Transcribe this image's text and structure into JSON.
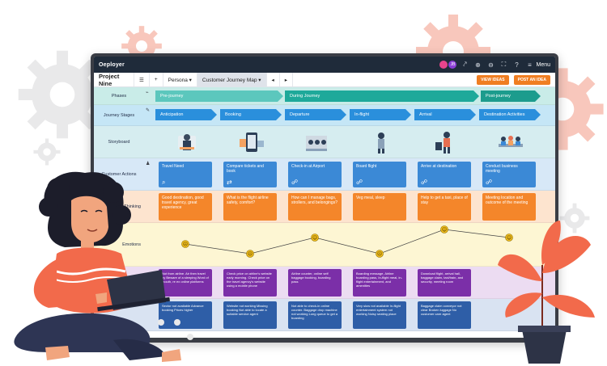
{
  "app": {
    "logo_text": "Oeployer",
    "menu_label": "Menu",
    "avatar_colors": [
      "#e8448c",
      "#8c3fd6"
    ],
    "avatar_initials": [
      "",
      "JB"
    ]
  },
  "toolbar": {
    "project_title": "Project Nine",
    "menu_glyph": "☰",
    "add_glyph": "+",
    "persona_label": "Persona ▾",
    "tab_label": "Customer Journey Map ▾",
    "nav_left": "◂",
    "nav_right": "▸",
    "view_ideas_label": "VIEW IDEAS",
    "post_idea_label": "POST AN IDEA"
  },
  "rows": {
    "phases": "Phases",
    "journey_stages": "Journey Stages",
    "storyboard": "Storyboard",
    "customer_actions": "Customer Actions",
    "thinking": "Thinking",
    "emotions": "Emotions"
  },
  "phases": [
    {
      "label": "Pre-journey",
      "color": "#5cc7bd"
    },
    {
      "label": "During Journey",
      "color": "#1ea99a"
    },
    {
      "label": "Post-journey",
      "color": "#1c9c8d"
    }
  ],
  "stages": [
    "Anticipation",
    "Booking",
    "Departure",
    "In-flight",
    "Arrival",
    "Destination Activities"
  ],
  "actions": [
    "Travel Need",
    "Compare tickets and book",
    "Check-in at Airport",
    "Board flight",
    "Arrive at destination",
    "Conduct business meeting"
  ],
  "thinking": [
    "Good destination, good travel agency, great experience",
    "What is the flight airline safety, comfort?",
    "How can I manage bags, strollers, and belongings?",
    "Veg meal, sleep",
    "Help to get a taxi, place of stay",
    "Meeting location and outcome of the meeting"
  ],
  "emotions": {
    "levels": [
      0.5,
      0.2,
      0.7,
      0.2,
      0.95,
      0.7
    ],
    "faces": [
      "☹",
      "☹",
      "☺",
      "☹",
      "☺",
      "☺"
    ]
  },
  "purple_cards": [
    "Not from airline. Air then travel by Beware of a sleeping Word of mouth, re ex online platforms",
    "Check price on airline's website early morning. Check price on the travel agency's website using a mobile phone",
    "Airline counter, online self baggage booking, boarding pass",
    "Boarding message, Airline boarding pass, In-flight meal, in-flight entertainment, and amenities",
    "Download flight, arrival hall, baggage claim, taxi/train, and security, meeting room",
    ""
  ],
  "blue_cards": [
    "Sector not available Advance booking Prices higher",
    "Website not working Missing booking Not able to locate a suitable service agent",
    "Not able to check-in online counter. Baggage drop machine not working Long queue to get a boarding",
    "Very slow not available In-flight entertainment system not working Noisy seating place",
    "Baggage claim conveyor not clear Broken luggage No customer care agent",
    ""
  ],
  "colors": {
    "phases_bg": "#c9ece8",
    "stages_bg": "#c5e6f6",
    "storyboard_bg": "#d6edf0",
    "actions_bg": "#d7e8f7",
    "thinking_bg": "#fde4cf",
    "emotions_bg": "#fdf6d3",
    "purple_bg": "#ecdcf2",
    "blue_bg": "#d9e3f2",
    "gear": "#e9e9ea",
    "gear_coral": "#f8c7bc"
  }
}
